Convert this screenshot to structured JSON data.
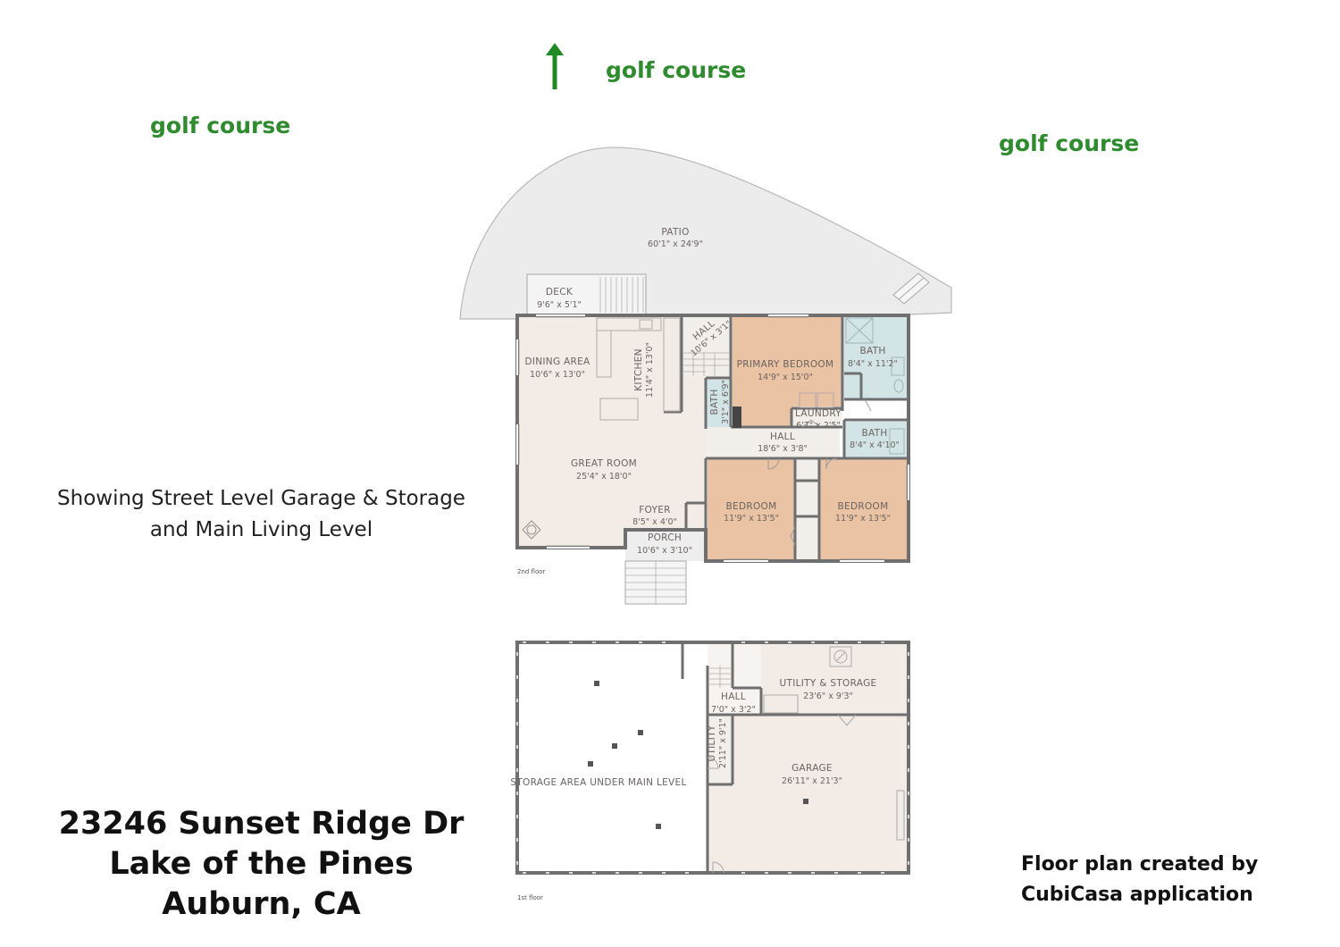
{
  "labels": {
    "golf_top": "golf course",
    "golf_left": "golf course",
    "golf_right": "golf course",
    "caption_line1": "Showing Street Level Garage & Storage",
    "caption_line2": "and Main Living Level",
    "address_line1": "23246 Sunset Ridge Dr",
    "address_line2": "Lake of the Pines",
    "address_line3": "Auburn, CA",
    "credit_line1": "Floor plan created by",
    "credit_line2": "CubiCasa application"
  },
  "floors": {
    "upper": {
      "label": "2nd floor",
      "rooms": {
        "patio": {
          "name": "PATIO",
          "dims": "60'1\" x 24'9\""
        },
        "deck": {
          "name": "DECK",
          "dims": "9'6\" x 5'1\""
        },
        "dining": {
          "name": "DINING AREA",
          "dims": "10'6\" x 13'0\""
        },
        "kitchen": {
          "name": "KITCHEN",
          "dims": "11'4\" x 13'0\""
        },
        "hall_top": {
          "name": "HALL",
          "dims": "10'6\" x 3'1\""
        },
        "primary_bedroom": {
          "name": "PRIMARY BEDROOM",
          "dims": "14'9\" x 15'0\""
        },
        "bath_primary": {
          "name": "BATH",
          "dims": "8'4\" x 11'2\""
        },
        "bath_small": {
          "name": "BATH",
          "dims": "3'1\" x 6'9\""
        },
        "laundry": {
          "name": "LAUNDRY",
          "dims": "6'7\" x 2'5\""
        },
        "hall_mid": {
          "name": "HALL",
          "dims": "18'6\" x 3'8\""
        },
        "bath_hall": {
          "name": "BATH",
          "dims": "8'4\" x 4'10\""
        },
        "great_room": {
          "name": "GREAT ROOM",
          "dims": "25'4\" x 18'0\""
        },
        "foyer": {
          "name": "FOYER",
          "dims": "8'5\" x 4'0\""
        },
        "porch": {
          "name": "PORCH",
          "dims": "10'6\" x 3'10\""
        },
        "bedroom_1": {
          "name": "BEDROOM",
          "dims": "11'9\" x 13'5\""
        },
        "bedroom_2": {
          "name": "BEDROOM",
          "dims": "11'9\" x 13'5\""
        }
      }
    },
    "lower": {
      "label": "1st floor",
      "rooms": {
        "storage": {
          "name": "STORAGE AREA UNDER MAIN LEVEL",
          "dims": ""
        },
        "utility_storage": {
          "name": "UTILITY & STORAGE",
          "dims": "23'6\" x 9'3\""
        },
        "hall": {
          "name": "HALL",
          "dims": "7'0\" x 3'2\""
        },
        "utility": {
          "name": "UTILITY",
          "dims": "2'11\" x 9'1\""
        },
        "garage": {
          "name": "GARAGE",
          "dims": "26'11\" x 21'3\""
        }
      }
    }
  },
  "colors": {
    "accent_green": "#2e8b2e",
    "bedroom_fill": "#e9c3a3",
    "bath_fill": "#d3e4e6",
    "living_fill": "#f3ebe6",
    "patio_fill": "#ececec",
    "wall": "#6f6f6f"
  }
}
